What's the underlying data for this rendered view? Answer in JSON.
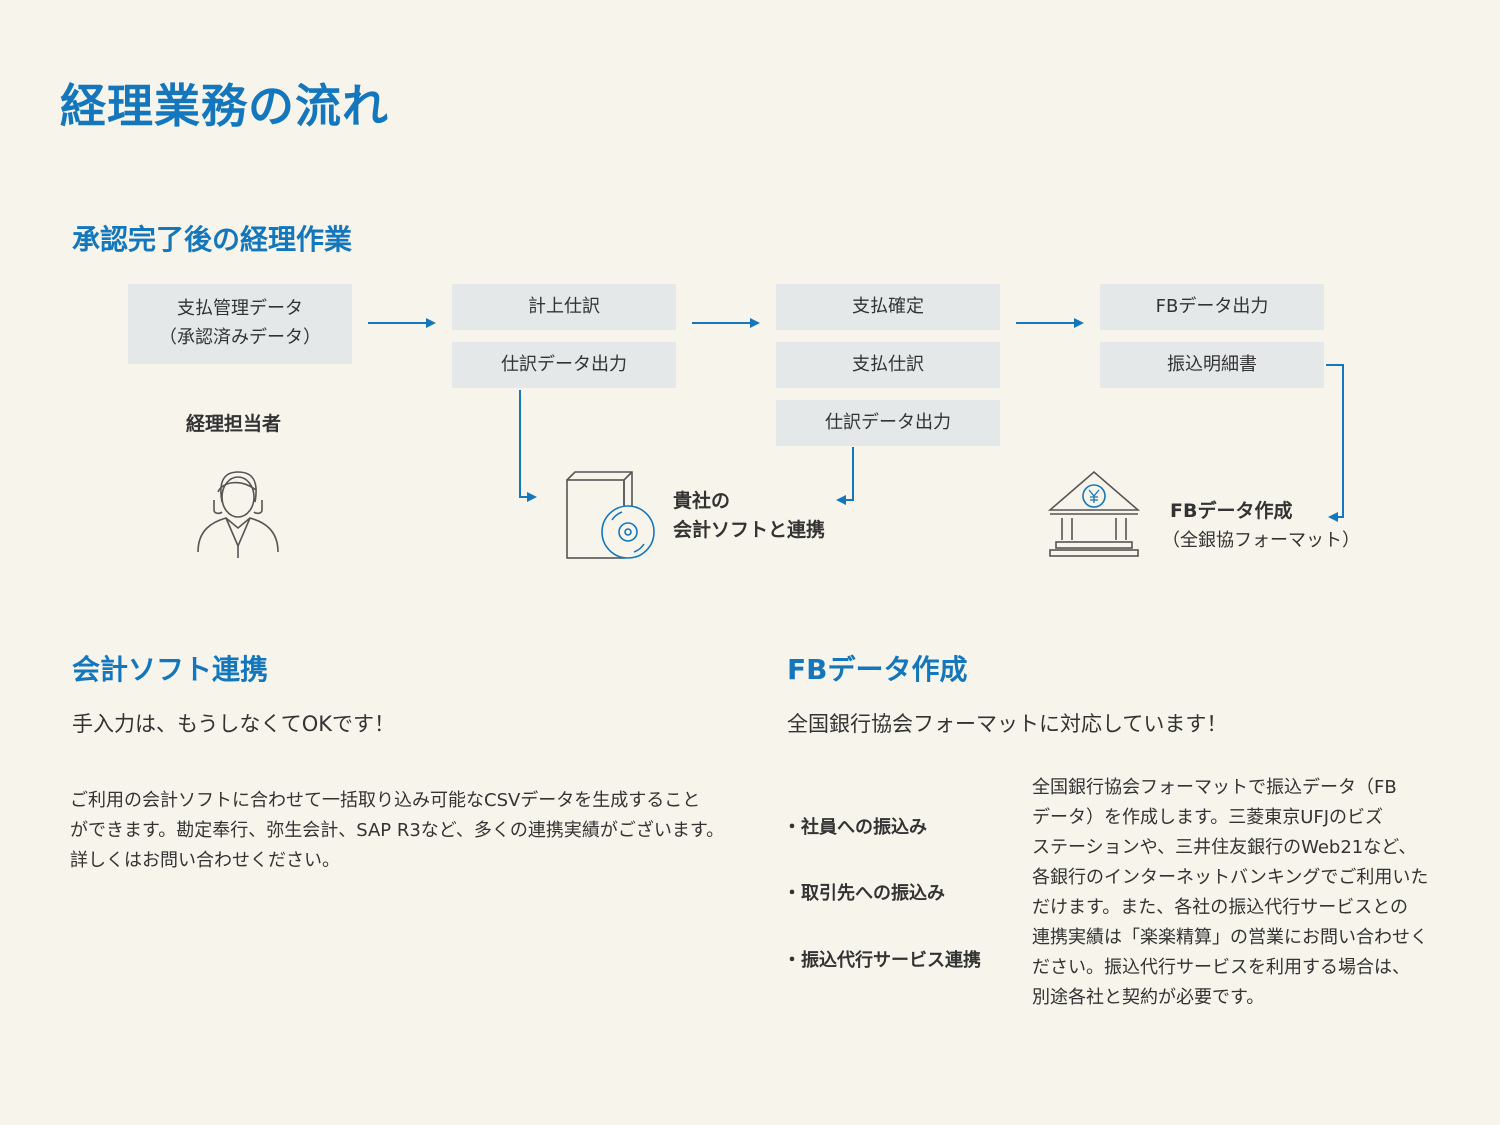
{
  "title": "経理業務の流れ",
  "flow": {
    "heading": "承認完了後の経理作業",
    "steps": [
      [
        "支払管理データ\n（承認済みデータ）"
      ],
      [
        "計上仕訳",
        "仕訳データ出力"
      ],
      [
        "支払確定",
        "支払仕訳",
        "仕訳データ出力"
      ],
      [
        "FBデータ出力",
        "振込明細書"
      ]
    ],
    "person_label": "経理担当者",
    "software": {
      "line1": "貴社の",
      "line2": "会計ソフトと連携"
    },
    "fb": {
      "line1": "FBデータ作成",
      "line2": "（全銀協フォーマット）"
    },
    "accent_color": "#1477bd",
    "box_color": "#e4e8e8"
  },
  "software_section": {
    "heading": "会計ソフト連携",
    "lead": "手入力は、もうしなくてOKです！",
    "body": [
      "ご利用の会計ソフトに合わせて一括取り込み可能なCSVデータを生成すること",
      "ができます。勘定奉行、弥生会計、SAP R3など、多くの連携実績がございます。",
      "詳しくはお問い合わせください。"
    ]
  },
  "fb_section": {
    "heading": "FBデータ作成",
    "lead": "全国銀行協会フォーマットに対応しています！",
    "bullets": [
      "・社員への振込み",
      "・取引先への振込み",
      "・振込代行サービス連携"
    ],
    "body": [
      "全国銀行協会フォーマットで振込データ（FB",
      "データ）を作成します。三菱東京UFJのビズ",
      "ステーションや、三井住友銀行のWeb21など、",
      "各銀行のインターネットバンキングでご利用いた",
      "だけます。また、各社の振込代行サービスとの",
      "連携実績は「楽楽精算」の営業にお問い合わせく",
      "ださい。振込代行サービスを利用する場合は、",
      "別途各社と契約が必要です。"
    ]
  },
  "icons": {
    "person": "person-icon",
    "software": "software-cd-icon",
    "bank": "bank-yen-icon",
    "arrow": "arrow-icon"
  }
}
